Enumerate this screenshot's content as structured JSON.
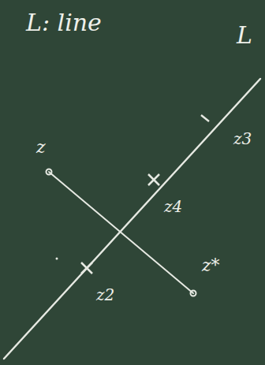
{
  "diagram": {
    "labels": [
      "L: line",
      "L",
      "z3",
      "z",
      "z4",
      "z2",
      "z*"
    ]
  }
}
